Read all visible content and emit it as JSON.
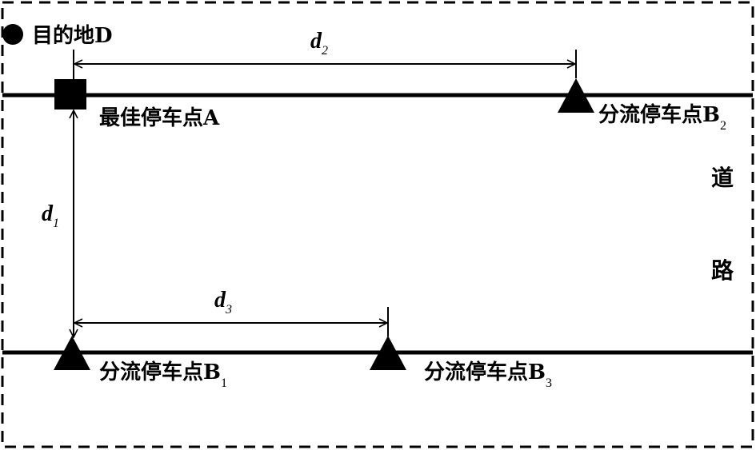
{
  "destination": {
    "label": "目的地D"
  },
  "point_a": {
    "label": "最佳停车点A"
  },
  "point_b1": {
    "label": "分流停车点B",
    "subscript": "1"
  },
  "point_b2": {
    "label": "分流停车点B",
    "subscript": "2"
  },
  "point_b3": {
    "label": "分流停车点B",
    "subscript": "3"
  },
  "distances": {
    "d1": {
      "symbol": "d",
      "subscript": "1"
    },
    "d2": {
      "symbol": "d",
      "subscript": "2"
    },
    "d3": {
      "symbol": "d",
      "subscript": "3"
    }
  },
  "road": {
    "char_1": "道",
    "char_2": "路"
  },
  "colors": {
    "ink": "#000000",
    "background": "#ffffff"
  }
}
